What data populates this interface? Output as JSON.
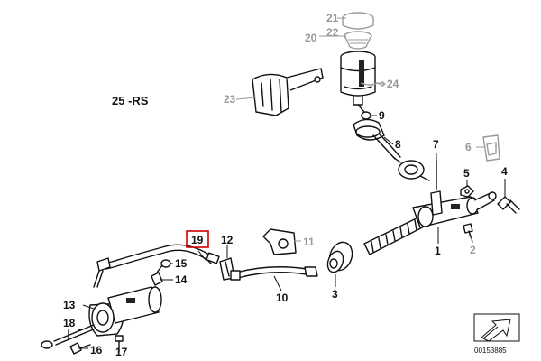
{
  "diagram": {
    "ref_label": "25 -RS",
    "drawing_code": "00153885",
    "highlighted_callout": "19",
    "callouts": [
      {
        "id": "1",
        "label": "1"
      },
      {
        "id": "2",
        "label": "2"
      },
      {
        "id": "3",
        "label": "3"
      },
      {
        "id": "4",
        "label": "4"
      },
      {
        "id": "5",
        "label": "5"
      },
      {
        "id": "6",
        "label": "6"
      },
      {
        "id": "7",
        "label": "7"
      },
      {
        "id": "8",
        "label": "8"
      },
      {
        "id": "9",
        "label": "9"
      },
      {
        "id": "10",
        "label": "10"
      },
      {
        "id": "11",
        "label": "11"
      },
      {
        "id": "12",
        "label": "12"
      },
      {
        "id": "13",
        "label": "13"
      },
      {
        "id": "14",
        "label": "14"
      },
      {
        "id": "15",
        "label": "15"
      },
      {
        "id": "16",
        "label": "16"
      },
      {
        "id": "17",
        "label": "17"
      },
      {
        "id": "18",
        "label": "18"
      },
      {
        "id": "19",
        "label": "19"
      },
      {
        "id": "20",
        "label": "20"
      },
      {
        "id": "21",
        "label": "21"
      },
      {
        "id": "22",
        "label": "22"
      },
      {
        "id": "23",
        "label": "23"
      },
      {
        "id": "24",
        "label": "24"
      }
    ],
    "colors": {
      "highlight": "#cc0000",
      "line": "#111111",
      "greyed": "#9a9a9a"
    }
  }
}
